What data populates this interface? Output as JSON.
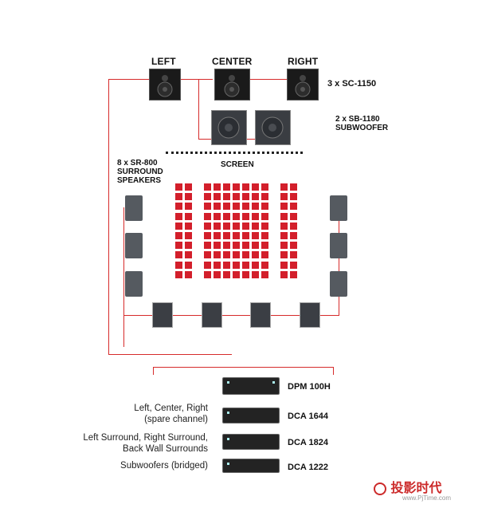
{
  "front": {
    "left": "LEFT",
    "center": "CENTER",
    "right": "RIGHT",
    "count_label": "3 x SC-1150"
  },
  "subwoofer": {
    "line1": "2 x SB-1180",
    "line2": "SUBWOOFER"
  },
  "screen": "SCREEN",
  "surround": {
    "line1": "8 x SR-800",
    "line2": "SURROUND",
    "line3": "SPEAKERS"
  },
  "amps": [
    {
      "model": "DPM 100H",
      "note1": "",
      "note2": ""
    },
    {
      "model": "DCA 1644",
      "note1": "Left, Center, Right",
      "note2": "(spare channel)"
    },
    {
      "model": "DCA 1824",
      "note1": "Left Surround, Right Surround,",
      "note2": "Back Wall Surrounds"
    },
    {
      "model": "DCA 1222",
      "note1": "Subwoofers (bridged)",
      "note2": ""
    }
  ],
  "watermark": {
    "cn": "投影时代",
    "url": "www.PjTime.com"
  },
  "colors": {
    "wire": "#d62b2b",
    "seat": "#d31f2b"
  },
  "seating": {
    "rows": 10,
    "cols": [
      [
        220,
        232
      ],
      [
        256,
        268,
        280,
        292,
        304,
        316,
        328
      ],
      [
        352,
        364
      ]
    ]
  }
}
